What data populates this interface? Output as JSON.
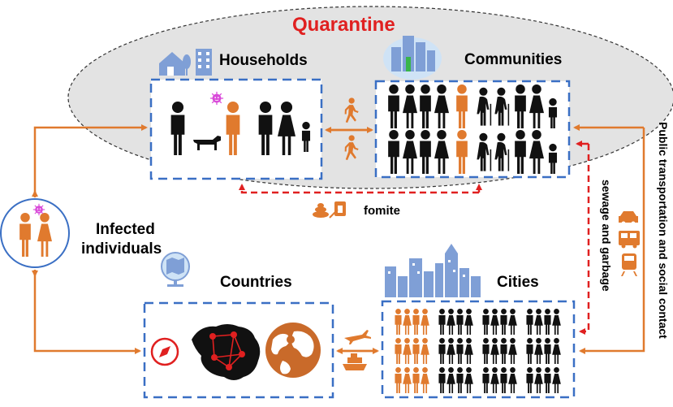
{
  "labels": {
    "quarantine": "Quarantine",
    "households": "Households",
    "communities": "Communities",
    "infected_line1": "Infected",
    "infected_line2": "individuals",
    "countries": "Countries",
    "cities": "Cities",
    "fomite": "fomite",
    "sewage": "sewage and garbage",
    "public_transport": "Public transportation and social contact"
  },
  "colors": {
    "orange": "#e07a2e",
    "red": "#e02020",
    "blue_dash": "#3a6fc4",
    "black": "#111111",
    "ellipse_fill": "#e3e3e3",
    "building_blue": "#7f9fd6"
  },
  "icons": [
    "house-icon",
    "building-icon",
    "city-skyline-icon",
    "globe-map-icon",
    "walking-person-icon",
    "virus-icon",
    "dog-icon",
    "feces-icon",
    "syringe-icon",
    "taxi-icon",
    "bus-icon",
    "train-icon",
    "airplane-icon",
    "ship-icon",
    "compass-icon",
    "network-map-icon",
    "world-globe-icon"
  ]
}
